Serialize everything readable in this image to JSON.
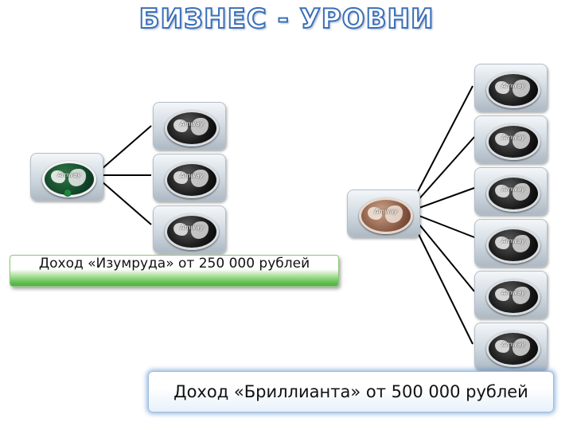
{
  "title": "БИЗНЕС - УРОВНИ",
  "brand_text": "Amway",
  "emerald": {
    "income_label": "Доход «Изумруда» от 250 000 рублей",
    "children_count": 3
  },
  "diamond": {
    "income_label": "Доход «Бриллианта» от 500 000 рублей",
    "children_count": 6
  },
  "colors": {
    "title_outline": "#3a6fb8",
    "emerald_box_green": "#4fae43",
    "diamond_box_glow": "#4682c8"
  },
  "icons": [
    "amway-globe-icon",
    "emerald-pin-icon",
    "bronze-globe-icon"
  ]
}
